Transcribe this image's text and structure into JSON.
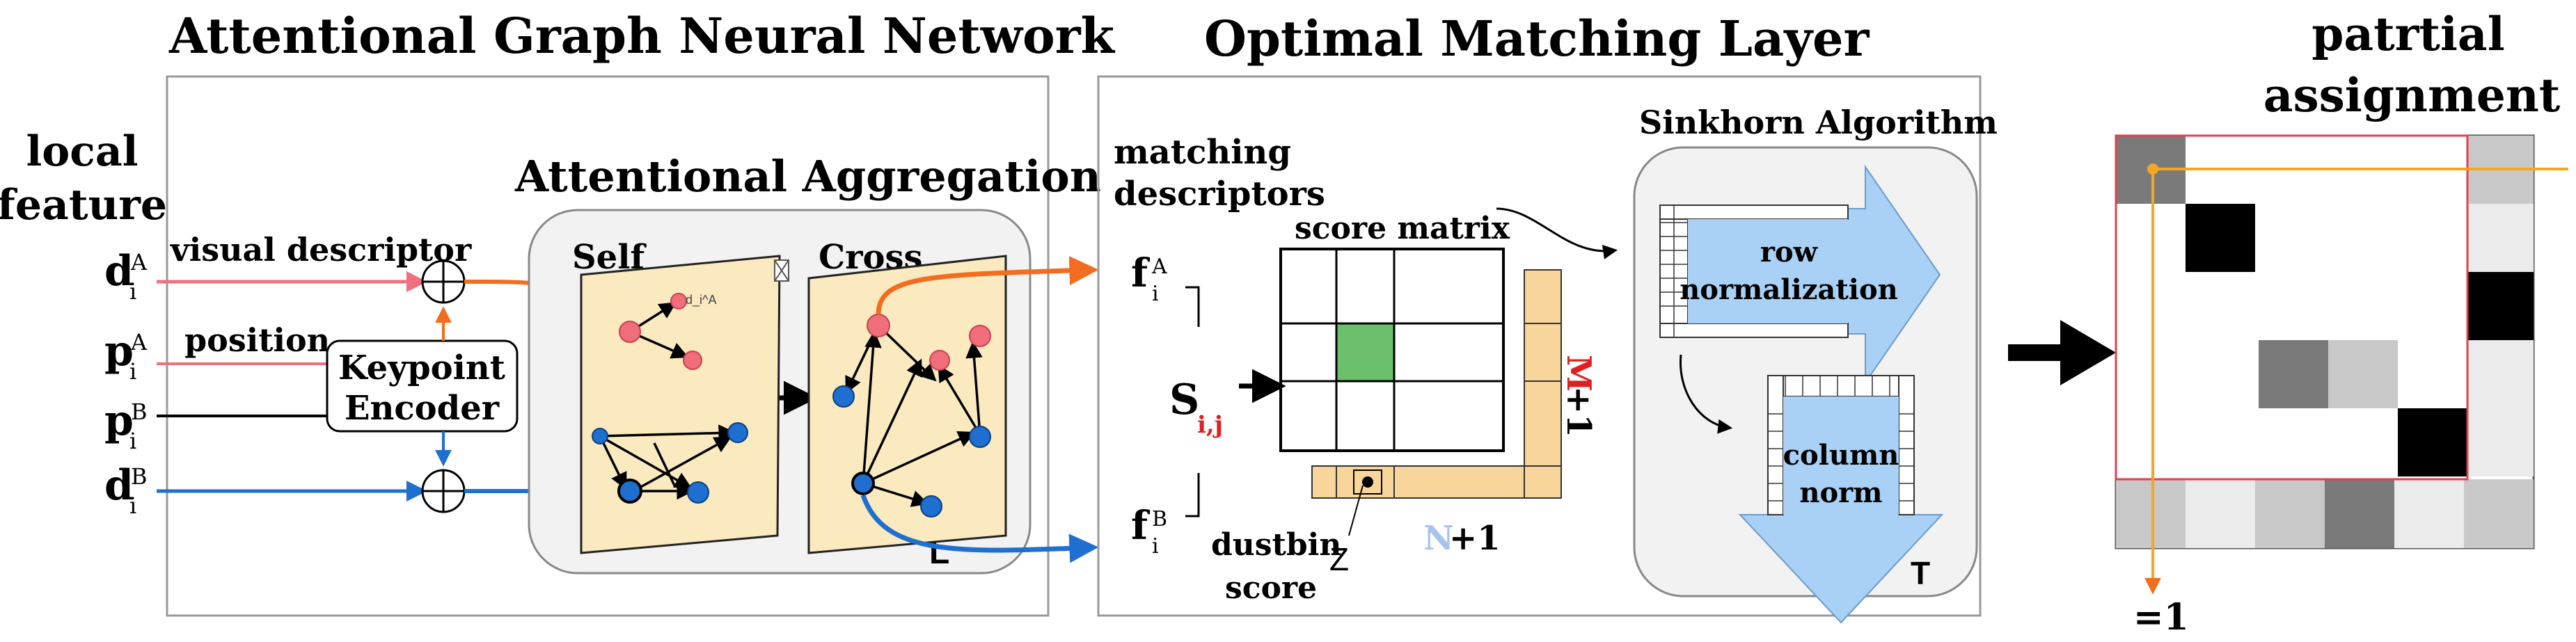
{
  "diagram": {
    "gnn_section": {
      "title": "Attentional Graph Neural Network",
      "aggregation_title": "Attentional Aggregation",
      "self_label": "Self",
      "cross_label": "Cross",
      "layer_count_label": "L",
      "node_annotation": "d_i^A",
      "encoder_label_line1": "Keypoint",
      "encoder_label_line2": "Encoder"
    },
    "inputs": {
      "heading_line1": "local",
      "heading_line2": "feature",
      "visual_descriptor_label": "visual descriptor",
      "position_label": "position",
      "items": [
        {
          "base": "d",
          "sub": "i",
          "sup": "A"
        },
        {
          "base": "p",
          "sub": "i",
          "sup": "A"
        },
        {
          "base": "p",
          "sub": "i",
          "sup": "B"
        },
        {
          "base": "d",
          "sub": "i",
          "sup": "B"
        }
      ]
    },
    "matching_section": {
      "title": "Optimal Matching Layer",
      "descriptors_line1": "matching",
      "descriptors_line2": "descriptors",
      "score_matrix_label": "score matrix",
      "f_top": {
        "base": "f",
        "sub": "i",
        "sup": "A"
      },
      "f_bottom": {
        "base": "f",
        "sub": "i",
        "sup": "B"
      },
      "S_base": "S",
      "S_sub": "i,j",
      "dustbin_line1": "dustbin",
      "dustbin_line2": "score",
      "z_label": "Z",
      "n_label": "N",
      "n_suffix": "+1",
      "m_label": "M",
      "m_suffix": "+1"
    },
    "sinkhorn": {
      "title": "Sinkhorn Algorithm",
      "row_norm_line1": "row",
      "row_norm_line2": "normalization",
      "col_norm_line1": "column",
      "col_norm_line2": "norm",
      "iterations_label": "T"
    },
    "output": {
      "title_line1": "patrtial",
      "title_line2": "assignment",
      "sum_label": "=1"
    },
    "colors": {
      "orange": "#f26d1f",
      "blue": "#1e6fd0",
      "pink": "#f07080",
      "panel_fill": "#fbeac0",
      "matrix_highlight": "#6cc06c",
      "dustbin_fill": "#f8d59a",
      "arrow_fill": "#a9d0f5",
      "box_fill": "#f3f3f3",
      "red_border": "#e04050",
      "orange_line": "#f5a623",
      "m_color": "#e02020",
      "n_color": "#a8c4e8",
      "sub_color": "#e02020"
    }
  }
}
